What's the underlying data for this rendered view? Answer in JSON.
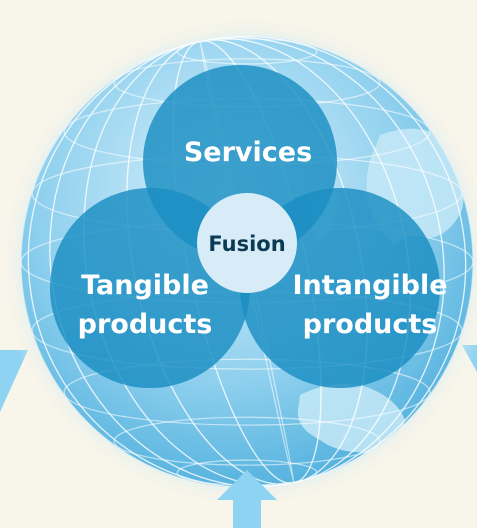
{
  "diagram": {
    "circles": [
      {
        "id": "services",
        "lines": [
          "Services"
        ]
      },
      {
        "id": "tangible",
        "lines": [
          "Tangible",
          "products"
        ]
      },
      {
        "id": "intangible",
        "lines": [
          "Intangible",
          "products"
        ]
      }
    ],
    "center": {
      "label": "Fusion"
    }
  },
  "colors": {
    "background": "#f8f5ea",
    "globe_light": "#bfe6f8",
    "globe_dark": "#4fb4e0",
    "circle_fill": "#1a8ec2",
    "center_fill": "#d7ecf6",
    "arrow": "#8fd3f2"
  }
}
